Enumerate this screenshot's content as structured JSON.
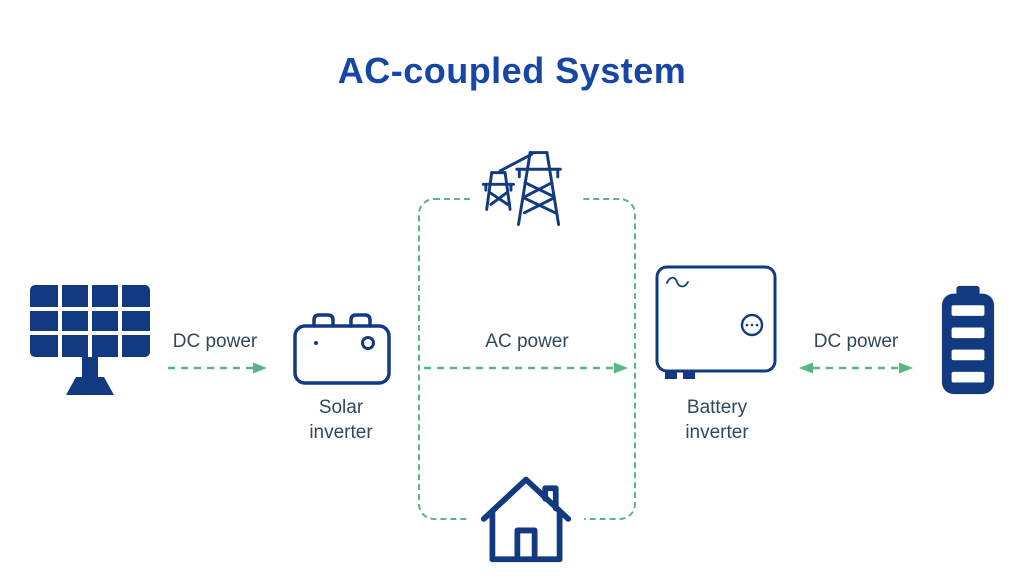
{
  "title": "AC-coupled System",
  "colors": {
    "title_blue": "#1747a5",
    "navy": "#123a80",
    "label": "#33475b",
    "green": "#57b783"
  },
  "nodes": {
    "solar_panel": {
      "icon": "solar-panel"
    },
    "solar_inverter": {
      "label": "Solar inverter",
      "icon": "solar-inverter"
    },
    "grid": {
      "icon": "power-grid-pylon"
    },
    "house": {
      "icon": "house"
    },
    "battery_inverter": {
      "label": "Battery inverter",
      "icon": "battery-inverter"
    },
    "battery": {
      "icon": "battery"
    }
  },
  "connections": {
    "dc_solar": {
      "label": "DC power",
      "direction": "right"
    },
    "ac_bus": {
      "label": "AC power",
      "direction": "right"
    },
    "dc_battery": {
      "label": "DC power",
      "direction": "both"
    }
  }
}
